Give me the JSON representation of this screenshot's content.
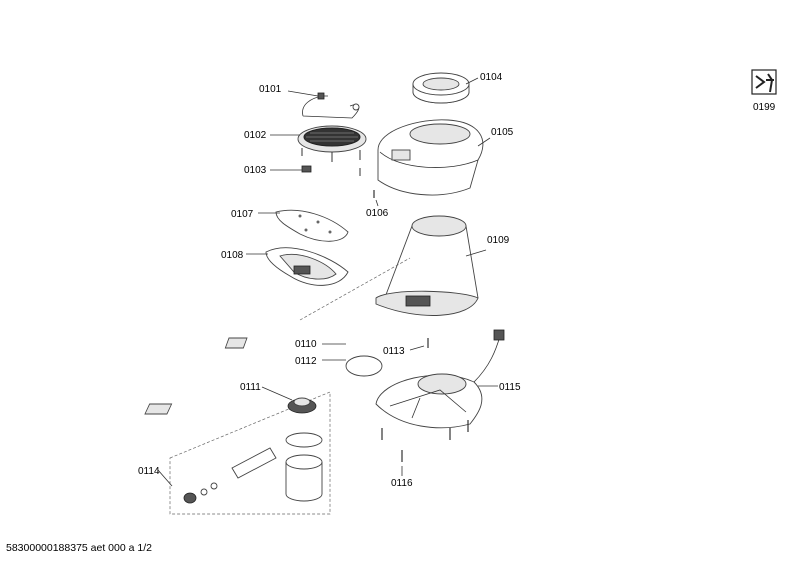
{
  "callouts": [
    {
      "id": "0101",
      "text": "0101"
    },
    {
      "id": "0102",
      "text": "0102"
    },
    {
      "id": "0103",
      "text": "0103"
    },
    {
      "id": "0104",
      "text": "0104"
    },
    {
      "id": "0105",
      "text": "0105"
    },
    {
      "id": "0106",
      "text": "0106"
    },
    {
      "id": "0107",
      "text": "0107"
    },
    {
      "id": "0108",
      "text": "0108"
    },
    {
      "id": "0109",
      "text": "0109"
    },
    {
      "id": "0110",
      "text": "0110"
    },
    {
      "id": "0111",
      "text": "0111"
    },
    {
      "id": "0112",
      "text": "0112"
    },
    {
      "id": "0113",
      "text": "0113"
    },
    {
      "id": "0114",
      "text": "0114"
    },
    {
      "id": "0115",
      "text": "0115"
    },
    {
      "id": "0116",
      "text": "0116"
    },
    {
      "id": "0199",
      "text": "0199"
    }
  ],
  "footer": {
    "text": "58300000188375 aet 000 a 1/2"
  },
  "icons": {
    "service_kit": "wrench-book-icon"
  }
}
